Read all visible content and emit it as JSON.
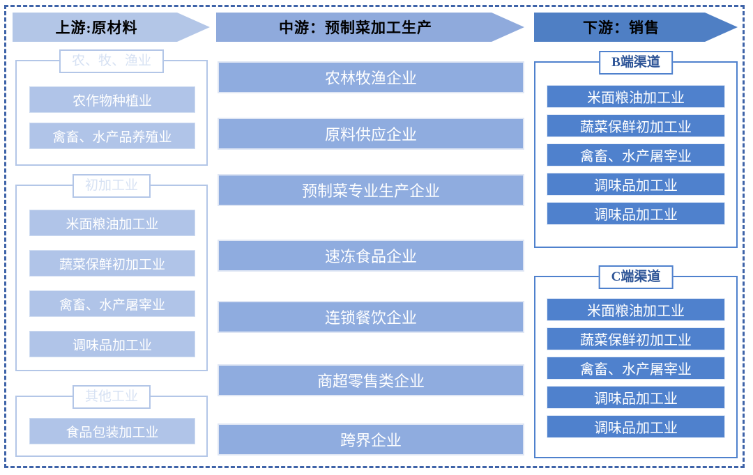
{
  "diagram": {
    "title_upstream": "上游:原材料",
    "title_midstream": "中游：预制菜加工生产",
    "title_downstream": "下游：销售",
    "colors": {
      "upstream_header": "#b3c6e7",
      "midstream_header": "#8faadc",
      "downstream_header": "#4f7fc4",
      "upstream_chip": "#b0c4e8",
      "midstream_chip": "#8facdf",
      "downstream_chip": "#4f81cd",
      "frame_dash": "#3e63a8"
    }
  },
  "upstream": {
    "groups": [
      {
        "label": "农、牧、渔业",
        "items": [
          "农作物种植业",
          "禽畜、水产品养殖业"
        ]
      },
      {
        "label": "初加工业",
        "items": [
          "米面粮油加工业",
          "蔬菜保鲜初加工业",
          "禽畜、水产屠宰业",
          "调味品加工业"
        ]
      },
      {
        "label": "其他工业",
        "items": [
          "食品包装加工业"
        ]
      }
    ]
  },
  "midstream": {
    "items": [
      "农林牧渔企业",
      "原料供应企业",
      "预制菜专业生产企业",
      "速冻食品企业",
      "连锁餐饮企业",
      "商超零售类企业",
      "跨界企业"
    ]
  },
  "downstream": {
    "groups": [
      {
        "label": "B端渠道",
        "items": [
          "米面粮油加工业",
          "蔬菜保鲜初加工业",
          "禽畜、水产屠宰业",
          "调味品加工业",
          "调味品加工业"
        ]
      },
      {
        "label": "C端渠道",
        "items": [
          "米面粮油加工业",
          "蔬菜保鲜初加工业",
          "禽畜、水产屠宰业",
          "调味品加工业",
          "调味品加工业"
        ]
      }
    ]
  }
}
